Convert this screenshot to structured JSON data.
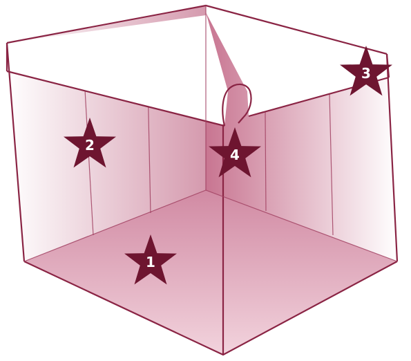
{
  "markers": [
    {
      "id": "1",
      "label": "1",
      "color": "#6e1530"
    },
    {
      "id": "2",
      "label": "2",
      "color": "#6e1530"
    },
    {
      "id": "3",
      "label": "3",
      "color": "#6e1530"
    },
    {
      "id": "4",
      "label": "4",
      "color": "#6e1530"
    }
  ],
  "colors": {
    "edge": "#8a2444",
    "wall_dark": "#c0708c",
    "wall_light": "#ffffff",
    "floor": "#d08aa3",
    "band": "#ffffff"
  }
}
